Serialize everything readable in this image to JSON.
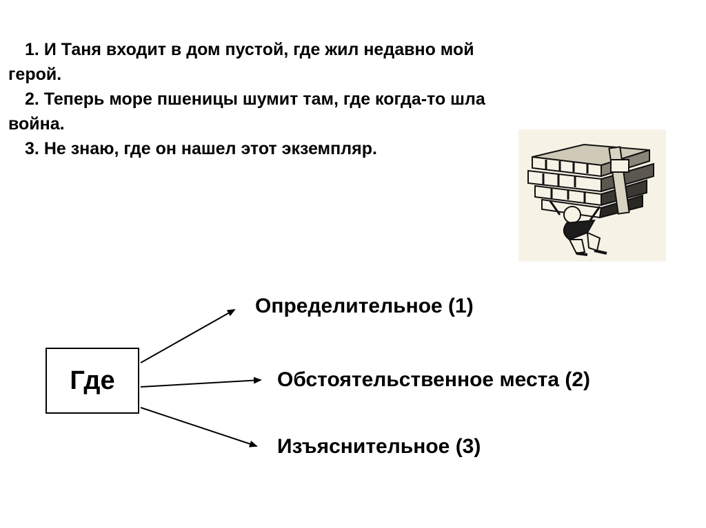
{
  "sentences": [
    {
      "num": "1.",
      "line1": "И Таня входит в дом пустой, где жил недавно мой",
      "line2": "герой."
    },
    {
      "num": "2.",
      "line1": "Теперь море пшеницы шумит там, где когда-то шла",
      "line2": "война."
    },
    {
      "num": "3.",
      "line1": "Не знаю, где он нашел этот экземпляр.",
      "line2": ""
    }
  ],
  "diagram": {
    "source_word": "Где",
    "targets": [
      {
        "label": "Определительное (1)"
      },
      {
        "label": "Обстоятельственное места (2)"
      },
      {
        "label": "Изъяснительное (3)"
      }
    ]
  },
  "illustration": {
    "icon": "person-carrying-books-icon"
  }
}
